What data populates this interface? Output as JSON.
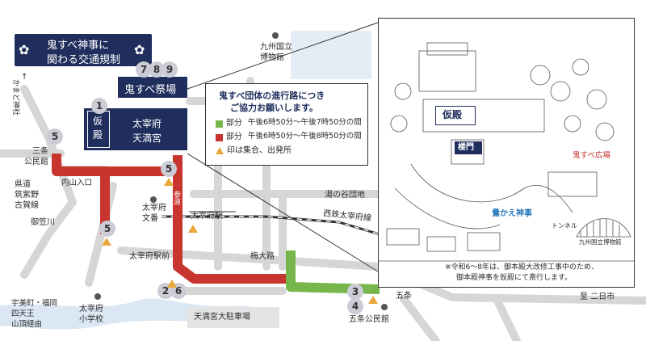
{
  "title_line1": "鬼すべ神事に",
  "title_line2": "関わる交通規制",
  "venue": "鬼すべ祭場",
  "temple_a": "仮殿",
  "temple_b1": "太宰府",
  "temple_b2": "天満宮",
  "museum_1": "九州国立",
  "museum_2": "博物館",
  "notice_1": "鬼すべ団体の進行路につき",
  "notice_2": "ご協力お願いします。",
  "legend": [
    {
      "color": "#77b64a",
      "part": "部分",
      "text": "午後6時50分～午後7時50分の間"
    },
    {
      "color": "#c8342e",
      "part": "部分",
      "text": "午後6時50分～午後8時50分の間"
    },
    {
      "color": "#e8a83a",
      "part": "",
      "text": "印は集合、出発所"
    }
  ],
  "road_labels": {
    "kamado": "かまど神社",
    "sanjo_1": "三条",
    "sanjo_2": "公民館",
    "kendo_1": "県道",
    "kendo_2": "筑紫野",
    "kendo_3": "古賀線",
    "mikasa": "御笠川",
    "uchiyama": "内山入口",
    "sando": "参道",
    "bunban_1": "太宰府",
    "bunban_2": "文番",
    "station": "太宰府駅",
    "station_front": "太宰府駅前",
    "umeomichi": "梅大路",
    "yunotani": "湯の谷団地",
    "railway": "西鉄太宰府線",
    "umi_1": "宇美町・福岡",
    "umi_2": "四天王",
    "umi_3": "山頂経由",
    "school_1": "太宰府",
    "school_2": "小学校",
    "parking": "天満宮大駐車場",
    "gojo": "五条",
    "gojo_hall": "五条公民館",
    "nikaichi": "至 二日市"
  },
  "markers": [
    "1",
    "2",
    "3",
    "4",
    "5",
    "5",
    "5",
    "6",
    "7",
    "8",
    "9"
  ],
  "inset": {
    "karidono": "仮殿",
    "roumon": "楼門",
    "onisube_hiroba": "鬼すべ広場",
    "usokae": "鷽かえ神事",
    "museum": "九州国立博物館",
    "tunnel": "トンネル",
    "note_1": "※令和6～8年は、御本殿大改修工事中のため、",
    "note_2": "御本殿神事を仮殿にて斎行します。"
  }
}
